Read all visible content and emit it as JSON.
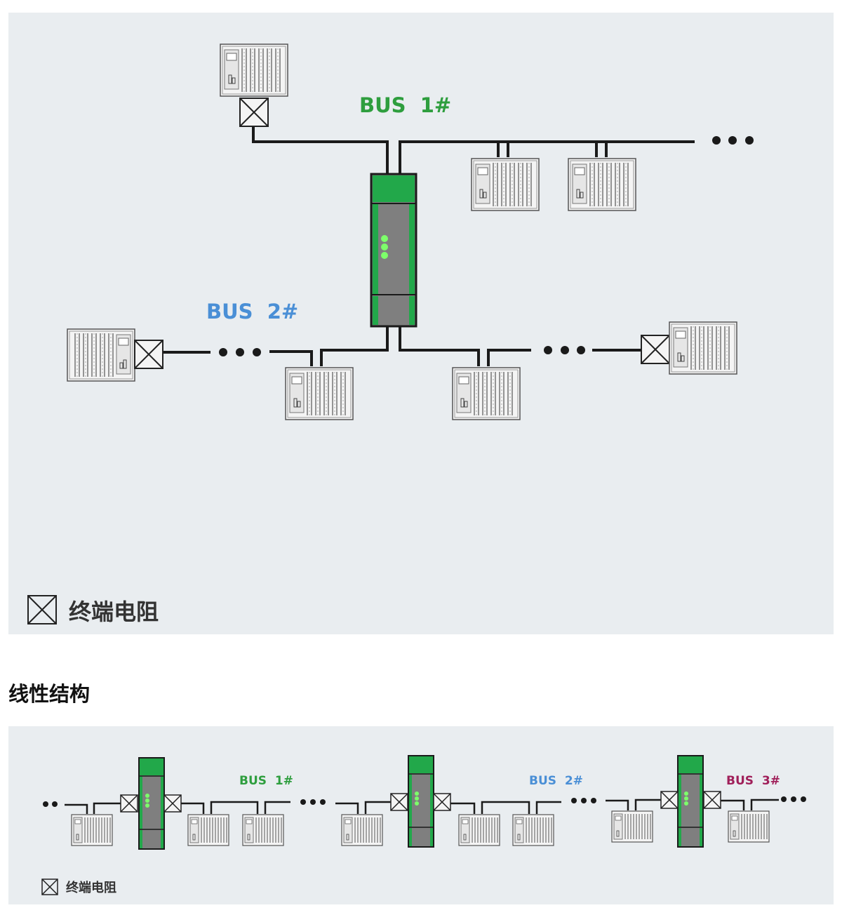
{
  "colors": {
    "background": "#e9edf0",
    "line": "#1a1a1a",
    "repeater_green": "#22a84a",
    "repeater_body": "#7f7f7f",
    "led": "#7dff6a",
    "bus1": "#2e9e3e",
    "bus2": "#4a8fd6",
    "bus3": "#a0205a"
  },
  "star_diagram": {
    "bus1_label": "BUS  1#",
    "bus2_label": "BUS  2#",
    "legend_label": "终端电阻",
    "legend_icon": "terminal-resistor-icon",
    "continuation": "•••"
  },
  "section": {
    "title": "线性结构"
  },
  "linear_diagram": {
    "bus1_label": "BUS  1#",
    "bus2_label": "BUS  2#",
    "bus3_label": "BUS  3#",
    "legend_label": "终端电阻",
    "legend_icon": "terminal-resistor-icon",
    "continuation": "•••"
  }
}
